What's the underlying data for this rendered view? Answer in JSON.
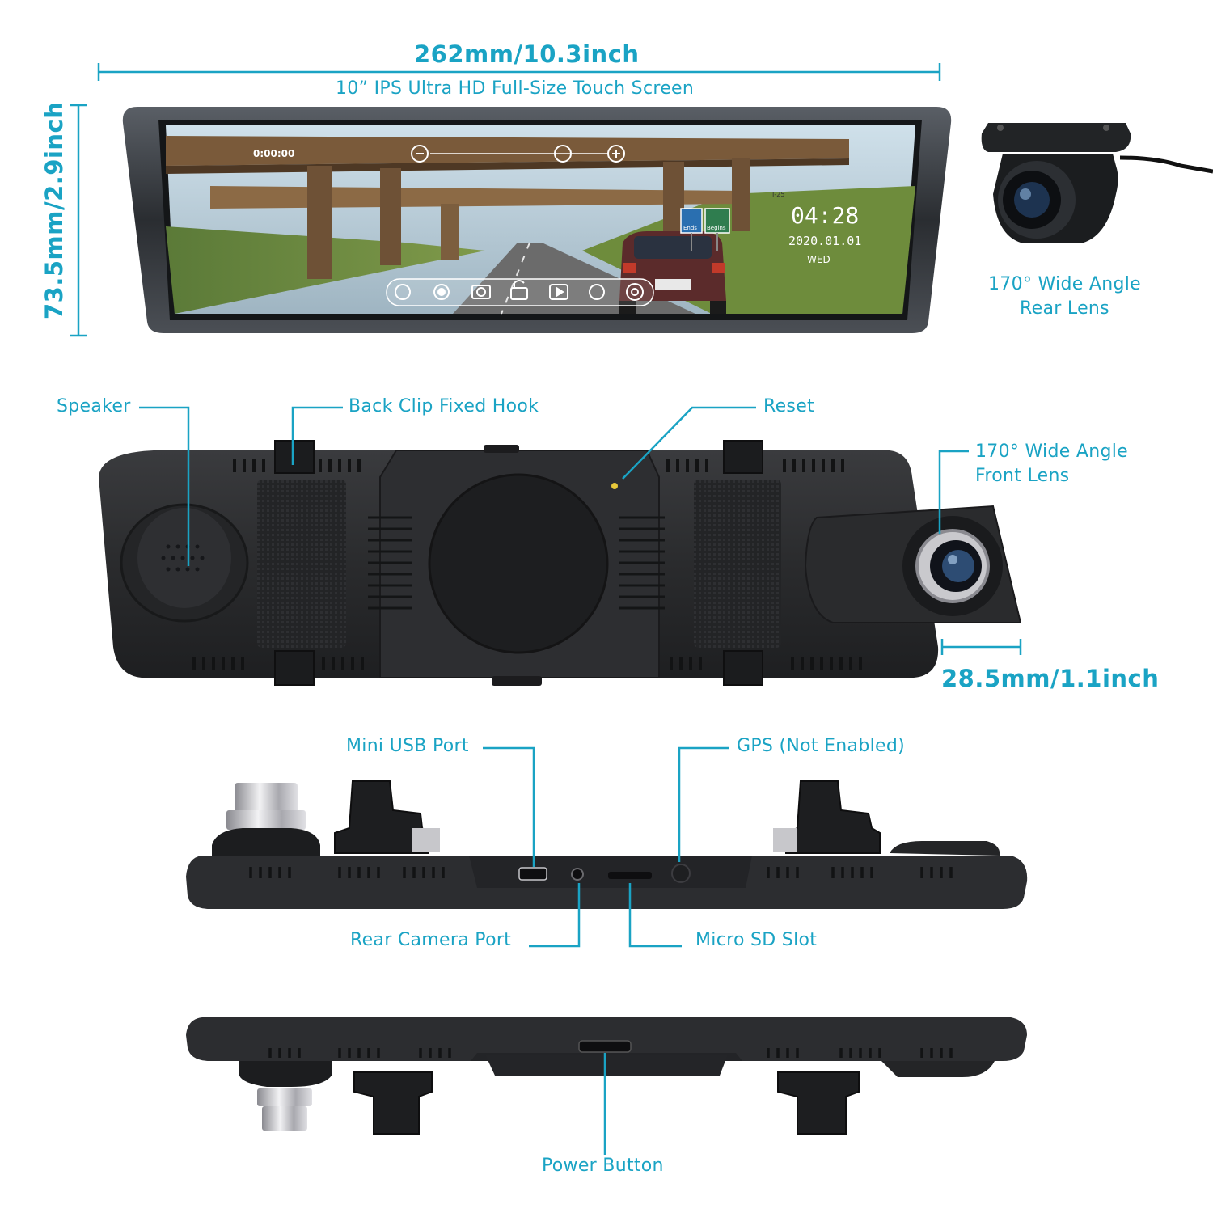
{
  "dimensions": {
    "width_label": "262mm/10.3inch",
    "height_label": "73.5mm/2.9inch",
    "lens_depth_label": "28.5mm/1.1inch"
  },
  "screen_caption": "10” IPS Ultra HD Full-Size Touch Screen",
  "screen_osd": {
    "record_time": "0:00:00",
    "clock": "04:28",
    "date": "2020.01.01",
    "weekday": "WED",
    "sign_left": "Ends",
    "sign_right": "Begins",
    "route_marker": "I-25"
  },
  "rear_camera_label": "170° Wide Angle\nRear Lens",
  "back_view_callouts": {
    "speaker": "Speaker",
    "back_clip": "Back Clip Fixed Hook",
    "reset": "Reset",
    "front_lens": "170° Wide Angle\nFront Lens"
  },
  "top_view_callouts": {
    "mini_usb": "Mini USB Port",
    "gps": "GPS (Not Enabled)",
    "rear_camera_port": "Rear Camera Port",
    "micro_sd": "Micro SD Slot"
  },
  "bottom_view_callouts": {
    "power_button": "Power Button"
  },
  "icons": [
    "minus-circle-icon",
    "brightness-icon",
    "plus-circle-icon",
    "mic-mute-icon",
    "record-icon",
    "camera-icon",
    "unlock-icon",
    "playback-icon",
    "swap-icon",
    "settings-icon"
  ],
  "colors": {
    "accent": "#1aa3c4",
    "device_body": "#2b2b2d",
    "device_dark": "#1a1a1c",
    "chrome": "#c8c8cc"
  }
}
